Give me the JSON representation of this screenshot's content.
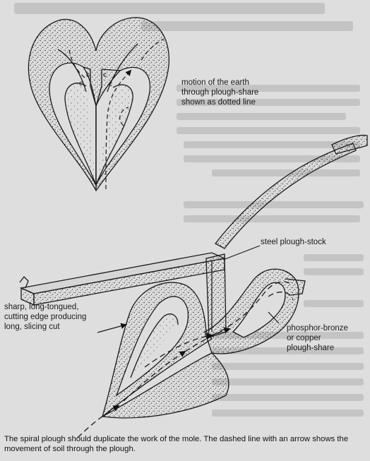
{
  "diagram": {
    "labels": {
      "earth_motion": "motion of the earth\nthrough plough-share\nshown as dotted line",
      "plough_stock": "steel plough-stock",
      "cutting_edge": "sharp, long-tongued,\ncutting edge producing\nlong, slicing cut",
      "plough_share": "phosphor-bronze\nor copper\nplough-share",
      "small_marks": [
        "c",
        "c",
        "c",
        "c"
      ]
    },
    "caption": "The spiral plough should duplicate the work of the mole. The dashed line with an arrow shows the movement of soil through the plough."
  },
  "colors": {
    "background": "#dedede",
    "ink": "#1a1a1a",
    "faded_text": "#bdbdbd",
    "stipple": "#3a3a3a"
  }
}
